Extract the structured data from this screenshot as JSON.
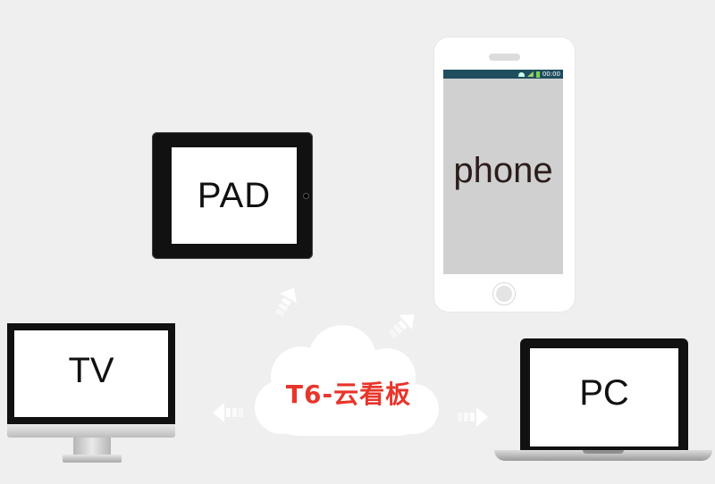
{
  "devices": {
    "pad_label": "PAD",
    "phone_label": "phone",
    "phone_status_time": "00:00",
    "tv_label": "TV",
    "pc_label": "PC"
  },
  "hub": {
    "label": "T6-云看板",
    "label_color": "#e8352a"
  },
  "colors": {
    "background": "#efefef",
    "device_frame": "#111111",
    "phone_screen": "#d0d0d0",
    "cloud": "#ffffff"
  },
  "icons": [
    "arrow-up-left-icon",
    "arrow-up-right-icon",
    "arrow-left-icon",
    "arrow-right-icon",
    "cloud-icon"
  ]
}
